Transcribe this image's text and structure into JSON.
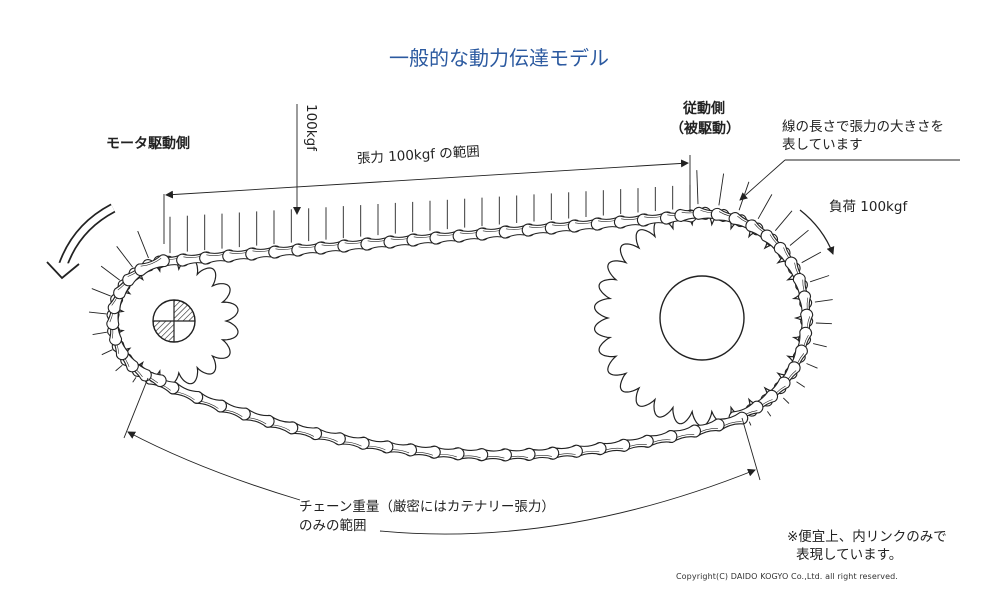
{
  "title": "一般的な動力伝達モデル",
  "labels": {
    "motor_side": "モータ駆動側",
    "driven_side_line1": "従動側",
    "driven_side_line2": "（被駆動）",
    "force_100kgf": "100kgf",
    "tension_range": "張力 100kgf の範囲",
    "line_length_note_line1": "線の長さで張力の大きさを",
    "line_length_note_line2": "表しています",
    "load": "負荷 100kgf",
    "catenary_line1": "チェーン重量（厳密にはカテナリー張力）",
    "catenary_line2": "のみの範囲",
    "footnote_line1": "※便宜上、内リンクのみで",
    "footnote_line2": "表現しています。",
    "copyright": "Copyright(C) DAIDO KOGYO Co.,Ltd. all right reserved."
  },
  "colors": {
    "title": "#2c5aa0",
    "line": "#222222"
  }
}
